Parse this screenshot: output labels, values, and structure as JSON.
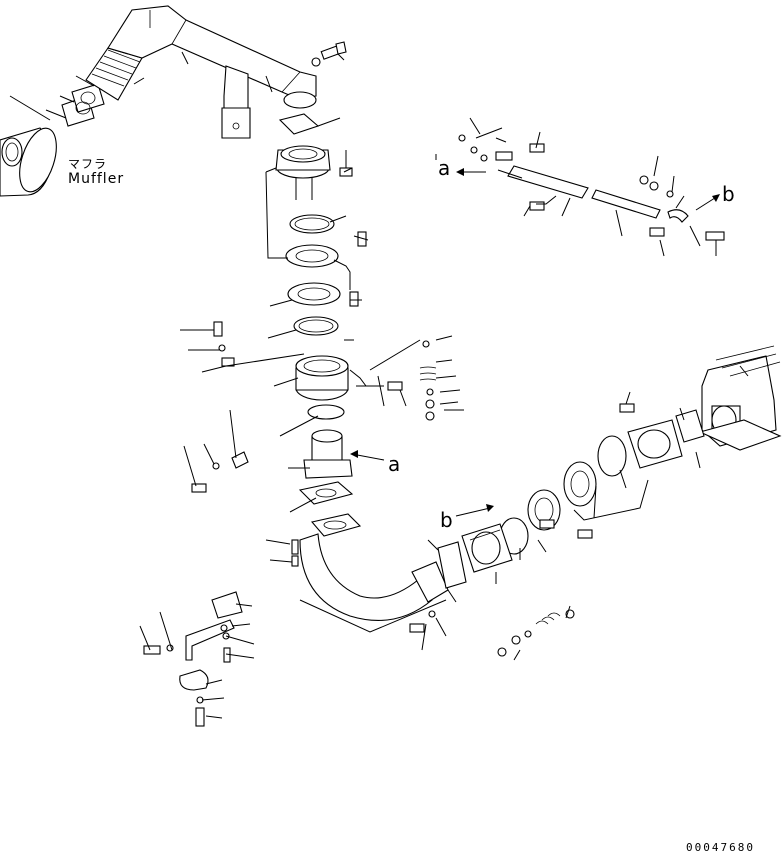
{
  "labels": {
    "muffler_jp": "マフラ",
    "muffler_en": "Muffler",
    "ref_a": "a",
    "ref_b": "b",
    "drawing_code": "00047680"
  }
}
